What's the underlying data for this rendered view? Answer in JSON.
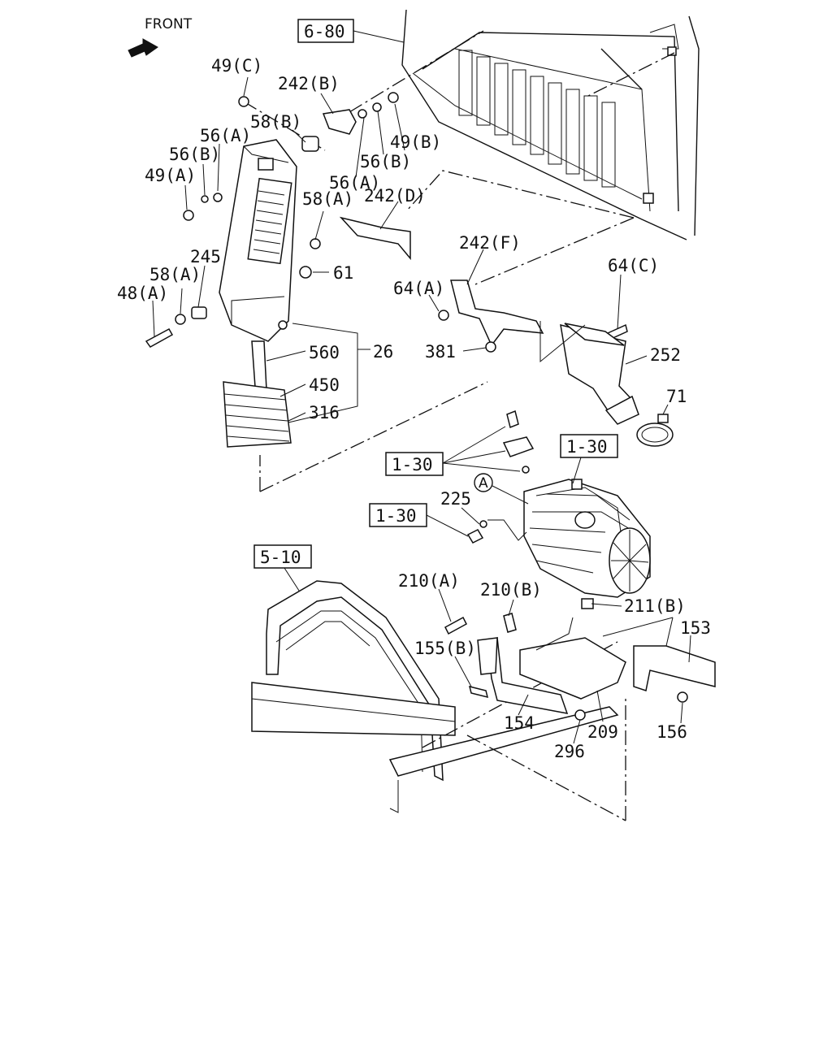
{
  "front_label": "FRONT",
  "refs": [
    "6-80",
    "1-30",
    "1-30",
    "1-30",
    "5-10"
  ],
  "callout_a": "A",
  "labels": [
    "49(C)",
    "242(B)",
    "58(B)",
    "56(A)",
    "56(B)",
    "49(A)",
    "49(B)",
    "56(B)",
    "56(A)",
    "242(D)",
    "58(A)",
    "61",
    "245",
    "58(A)",
    "48(A)",
    "26",
    "560",
    "450",
    "316",
    "242(F)",
    "64(C)",
    "64(A)",
    "381",
    "252",
    "71",
    "225",
    "210(A)",
    "210(B)",
    "211(B)",
    "153",
    "155(B)",
    "154",
    "296",
    "209",
    "156"
  ]
}
